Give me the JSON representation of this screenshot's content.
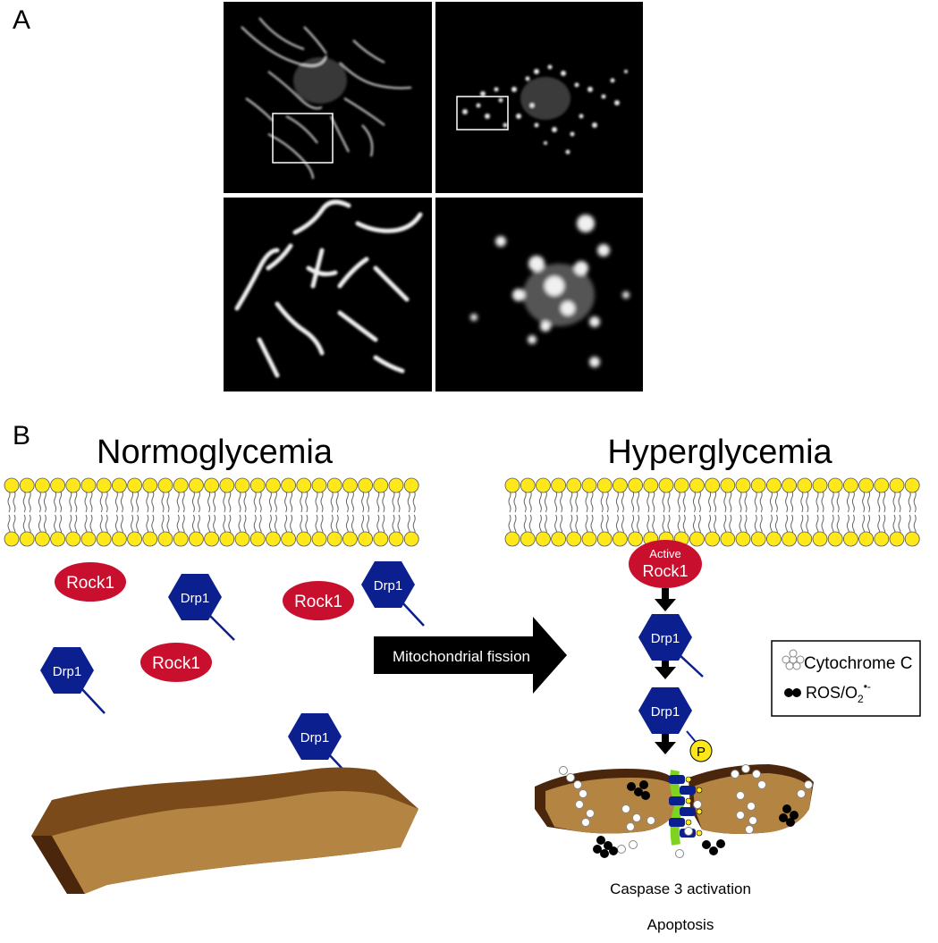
{
  "panel_a": {
    "label": "A",
    "images": [
      {
        "name": "micro-top-left",
        "inset": true
      },
      {
        "name": "micro-top-right",
        "inset": true
      },
      {
        "name": "micro-bottom-left-zoom",
        "inset": false
      },
      {
        "name": "micro-bottom-right-zoom",
        "inset": false
      }
    ]
  },
  "panel_b": {
    "label": "B",
    "left_title": "Normoglycemia",
    "right_title": "Hyperglycemia",
    "rock1_label": "Rock1",
    "drp1_label": "Drp1",
    "active_prefix": "Active",
    "arrow_label": "Mitochondrial fission",
    "phospho_label": "P",
    "legend": {
      "cytochrome": "Cytochrome C",
      "ros_main": "ROS/O",
      "ros_sub": "2",
      "ros_sup": "•-"
    },
    "caspase_label": "Caspase 3 activation",
    "apoptosis_label": "Apoptosis"
  },
  "colors": {
    "rock1_red": "#c8102e",
    "drp1_blue": "#0b1f8f",
    "lipid_head": "#ffe81a",
    "mito_brown_dark": "#4a260c",
    "mito_brown": "#7a4a1a",
    "mito_tan": "#b48443",
    "phospho_yellow": "#ffe81a",
    "fission_green": "#7ed321"
  }
}
